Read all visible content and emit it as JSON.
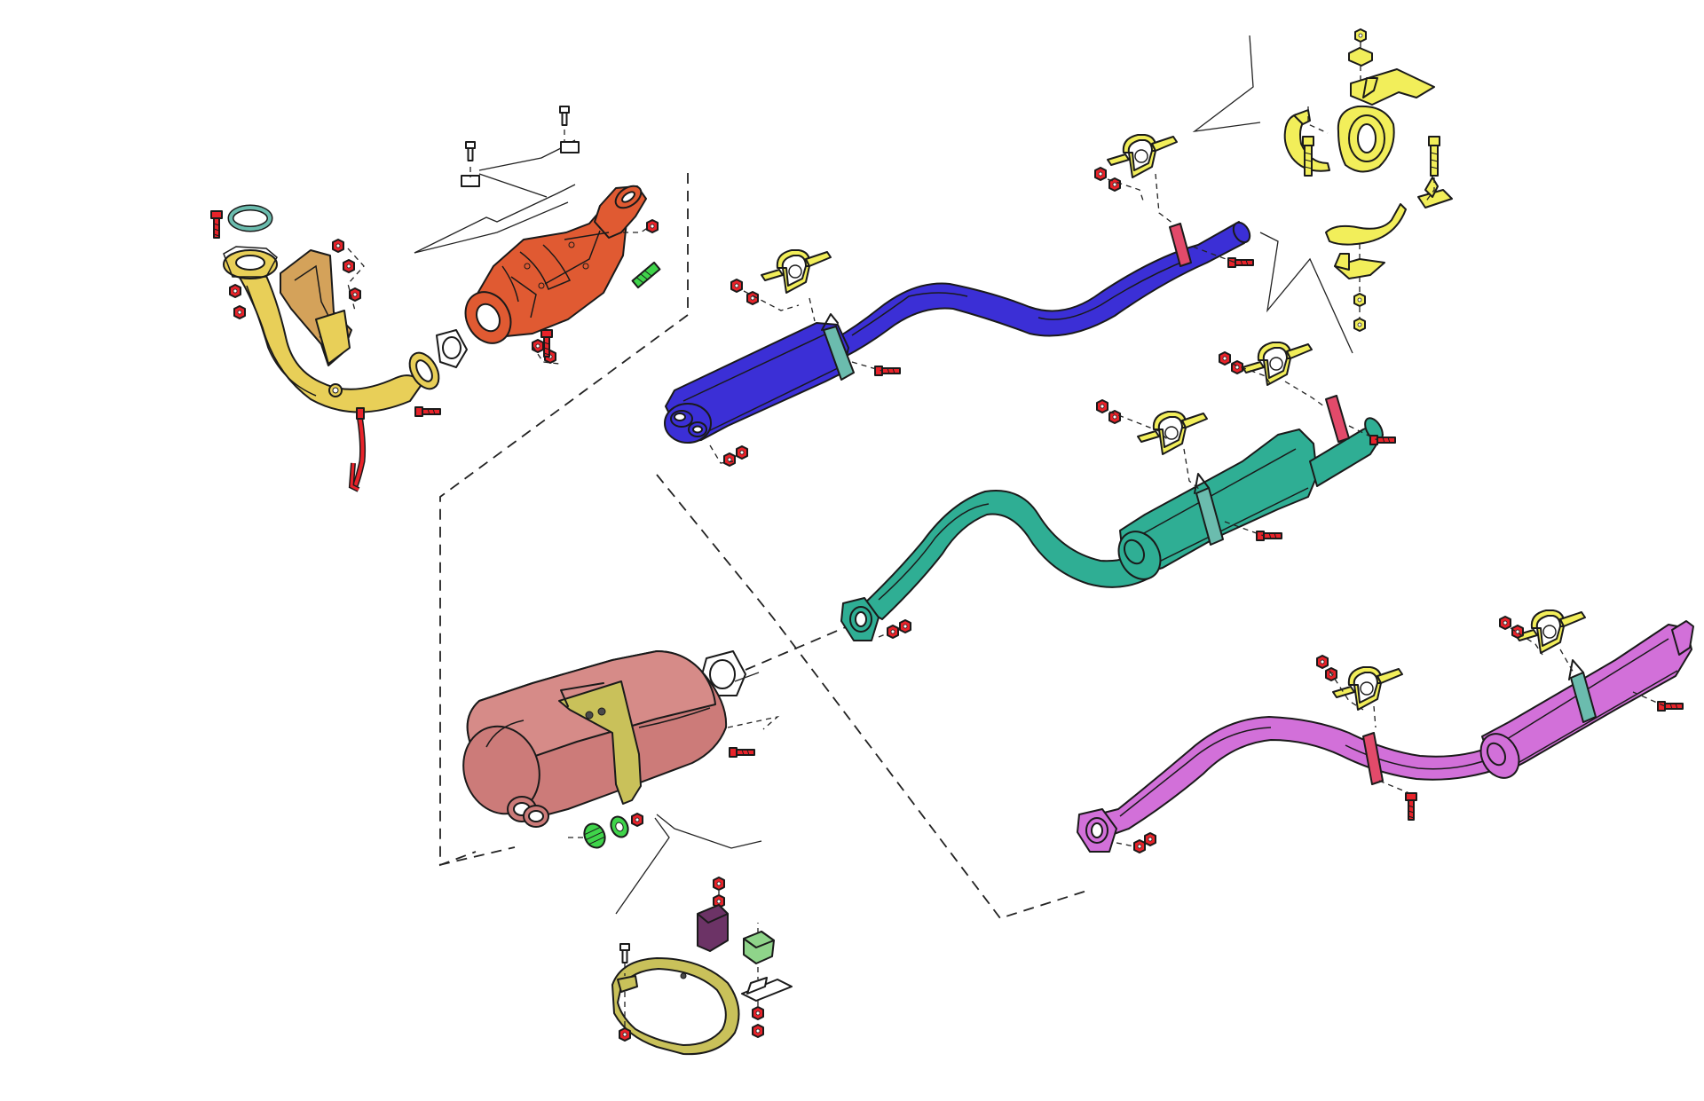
{
  "diagram": {
    "type": "exploded-view parts diagram",
    "subject": "exhaust system",
    "colors": {
      "front_pipe": "#e8cf58",
      "catalytic_converter": "#e05a32",
      "center_silencer_option_1": "#3b2fd6",
      "center_silencer_option_2": "#2fae94",
      "rear_section_option_3": "#d270d9",
      "rear_silencer": "#cc7b79",
      "mounting_hardware": "#f2ee5a",
      "rear_strap": "#c9c15a",
      "gaskets": "#6bbcae",
      "studs": "#3fd44a",
      "bolts_nuts": "#e8232a",
      "rubber_mount": "#6c3366",
      "rubber_block": "#8fd48a"
    },
    "parts": [
      {
        "name": "front-pipe"
      },
      {
        "name": "front-pipe-heat-shield"
      },
      {
        "name": "manifold-gasket-ring"
      },
      {
        "name": "lambda-sensor"
      },
      {
        "name": "catalytic-converter"
      },
      {
        "name": "catalytic-converter-heat-shield"
      },
      {
        "name": "center-silencer-option-1"
      },
      {
        "name": "center-silencer-option-2"
      },
      {
        "name": "rear-section-option-3"
      },
      {
        "name": "rear-silencer"
      },
      {
        "name": "flange-gasket"
      },
      {
        "name": "mounting-bracket-assembly"
      },
      {
        "name": "rear-silencer-strap-assembly"
      }
    ]
  }
}
